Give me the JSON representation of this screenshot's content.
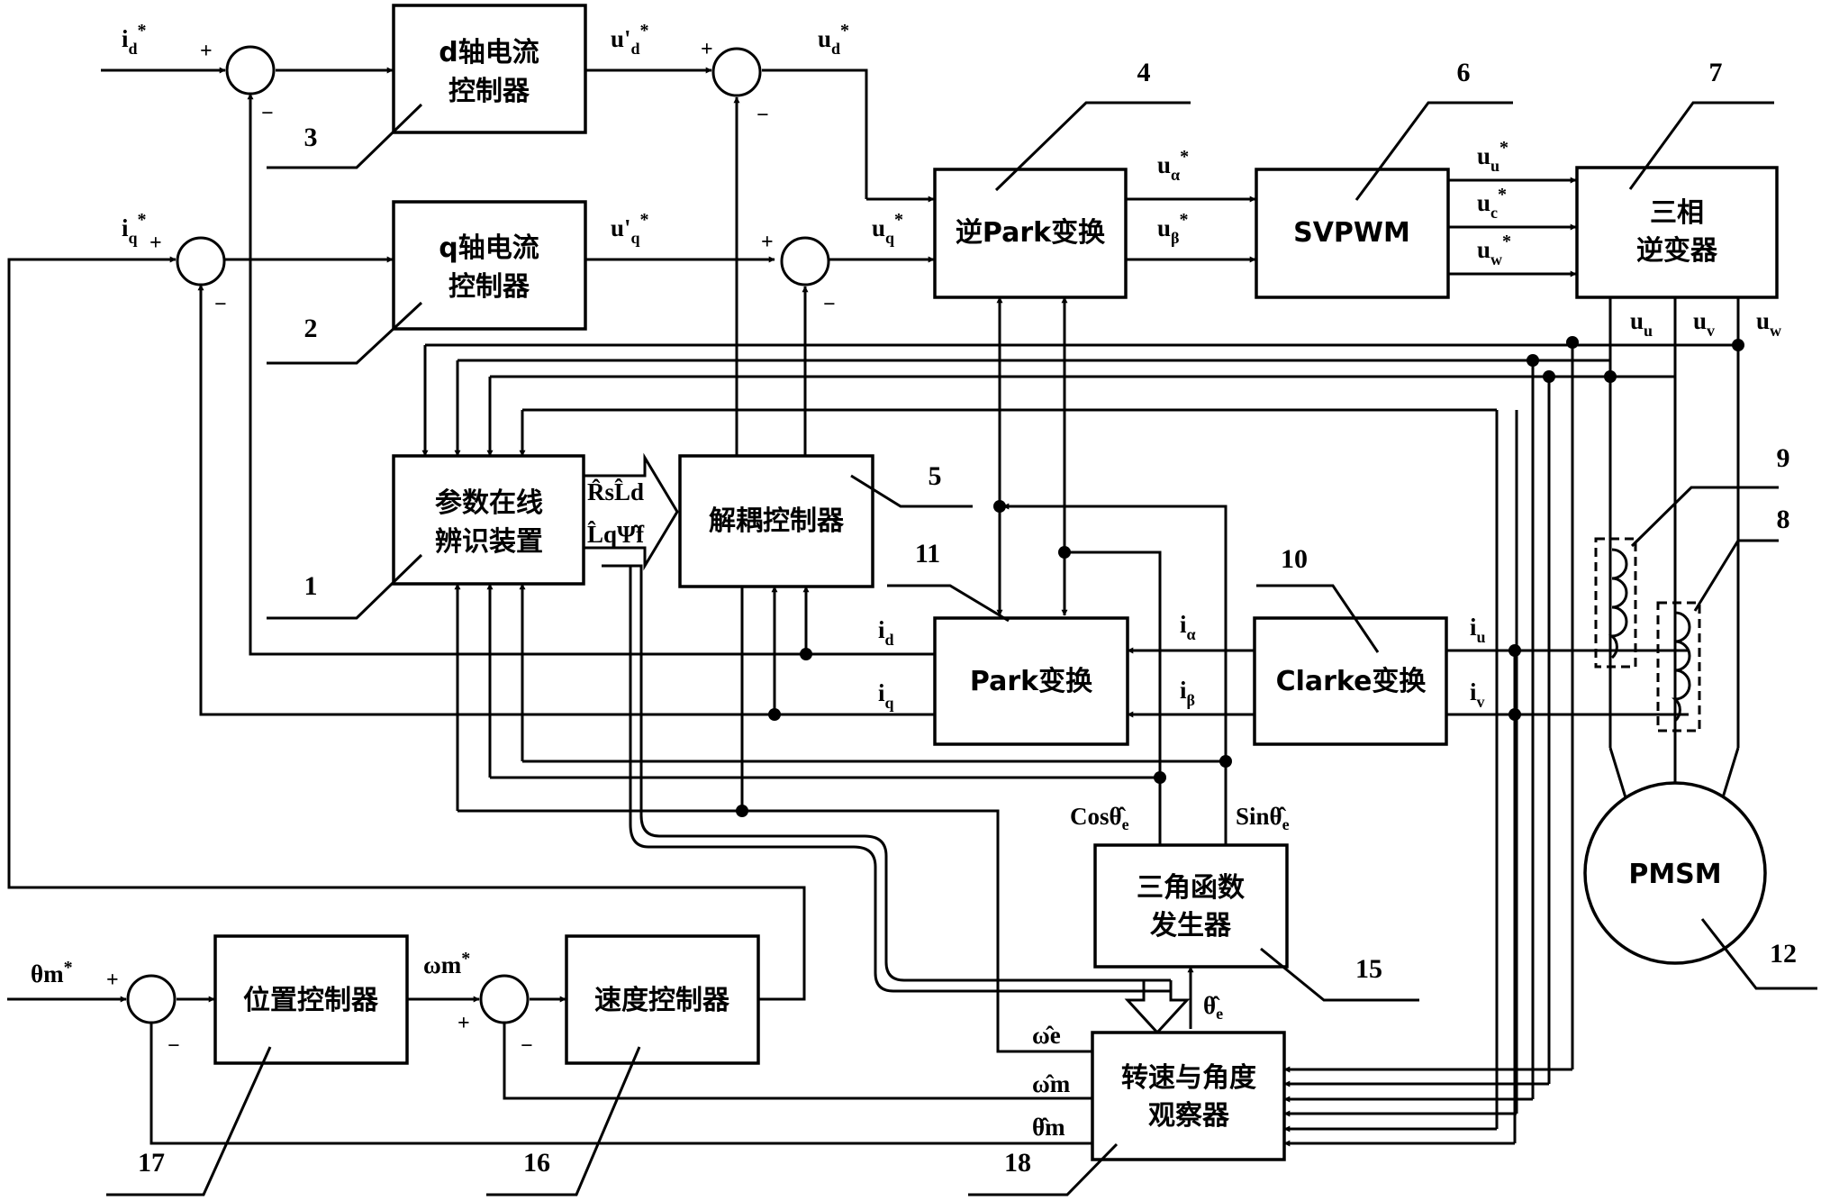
{
  "blocks": {
    "d_ctrl": [
      "d轴电流",
      "控制器"
    ],
    "q_ctrl": [
      "q轴电流",
      "控制器"
    ],
    "inv_park": "逆Park变换",
    "svpwm": "SVPWM",
    "inverter": [
      "三相",
      "逆变器"
    ],
    "param_id": [
      "参数在线",
      "辨识装置"
    ],
    "decouple": "解耦控制器",
    "park": "Park变换",
    "clarke": "Clarke变换",
    "trig": [
      "三角函数",
      "发生器"
    ],
    "observer": [
      "转速与角度",
      "观察器"
    ],
    "pos_ctrl": "位置控制器",
    "spd_ctrl": "速度控制器",
    "pmsm": "PMSM"
  },
  "signals": {
    "id_ref": "i",
    "id_ref_sub": "d",
    "id_ref_sup": "*",
    "iq_ref": "i",
    "iq_ref_sub": "q",
    "iq_ref_sup": "*",
    "ud_p": "u'",
    "ud_p_sub": "d",
    "ud_p_sup": "*",
    "uq_p": "u'",
    "uq_p_sub": "q",
    "uq_p_sup": "*",
    "ud": "u",
    "ud_sub": "d",
    "ud_sup": "*",
    "uq": "u",
    "uq_sub": "q",
    "uq_sup": "*",
    "ualpha": "u",
    "ualpha_sub": "α",
    "ualpha_sup": "*",
    "ubeta": "u",
    "ubeta_sub": "β",
    "ubeta_sup": "*",
    "uu_ref": "u",
    "uu_ref_sub": "u",
    "uu_ref_sup": "*",
    "uc_ref": "u",
    "uc_ref_sub": "c",
    "uc_ref_sup": "*",
    "uw_ref": "u",
    "uw_ref_sub": "w",
    "uw_ref_sup": "*",
    "uu": "u",
    "uu_sub": "u",
    "uv": "u",
    "uv_sub": "v",
    "uw": "u",
    "uw_sub": "w",
    "id": "i",
    "id_sub": "d",
    "iq": "i",
    "iq_sub": "q",
    "ialpha": "i",
    "ialpha_sub": "α",
    "ibeta": "i",
    "ibeta_sub": "β",
    "iu": "i",
    "iu_sub": "u",
    "iv": "i",
    "iv_sub": "v",
    "theta_m_ref": "θm",
    "theta_m_ref_sup": "*",
    "omega_m_ref": "ωm",
    "omega_m_ref_sup": "*",
    "cos": "Cosθ̂",
    "cos_sub": "e",
    "sin": "Sinθ̂",
    "sin_sub": "e",
    "theta_e_hat": "θ̂",
    "theta_e_hat_sub": "e",
    "omega_e_hat": "ω̂e",
    "omega_m_hat": "ω̂m",
    "theta_m_hat": "θ̂m",
    "params_line1": "R̂sL̂d",
    "params_line2": "L̂qΨ̂f"
  },
  "signs": {
    "plus": "+",
    "minus": "−"
  },
  "numbers": [
    "1",
    "2",
    "3",
    "4",
    "5",
    "6",
    "7",
    "8",
    "9",
    "10",
    "11",
    "12",
    "15",
    "16",
    "17",
    "18"
  ]
}
